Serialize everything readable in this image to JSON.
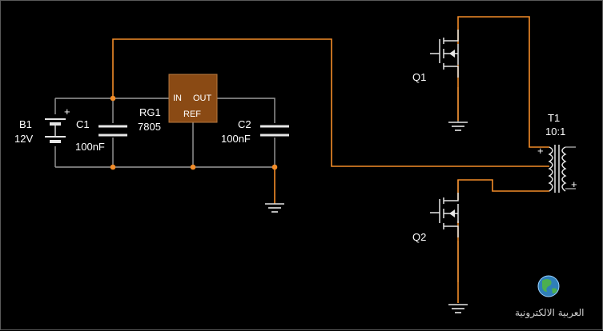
{
  "colors": {
    "background": "#000000",
    "wire_active": "#f28c28",
    "wire_inactive": "#9a9a9a",
    "symbol": "#e6e6e6",
    "regulator_fill": "#8a4a14",
    "junction": "#f28c28"
  },
  "components": {
    "battery": {
      "name": "B1",
      "value": "12V",
      "polarity_mark": "+"
    },
    "c1": {
      "name": "C1",
      "value": "100nF"
    },
    "regulator": {
      "name": "RG1",
      "part": "7805",
      "pin_in": "IN",
      "pin_out": "OUT",
      "pin_ref": "REF"
    },
    "c2": {
      "name": "C2",
      "value": "100nF"
    },
    "q1": {
      "name": "Q1"
    },
    "q2": {
      "name": "Q2"
    },
    "transformer": {
      "name": "T1",
      "ratio": "10:1",
      "primary_mark": "+",
      "secondary_mark": "+"
    }
  },
  "watermark": {
    "text": "العربية الالكترونية",
    "icon": "globe-icon"
  }
}
